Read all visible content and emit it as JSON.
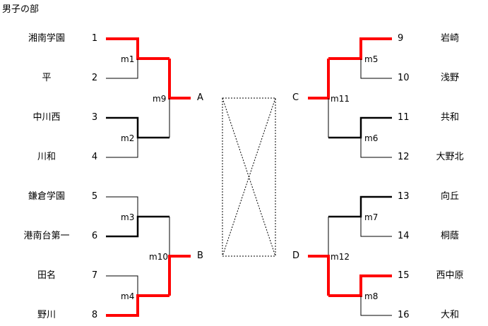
{
  "title": "男子の部",
  "teams_left": [
    {
      "seed": "1",
      "name": "湘南学園"
    },
    {
      "seed": "2",
      "name": "平"
    },
    {
      "seed": "3",
      "name": "中川西"
    },
    {
      "seed": "4",
      "name": "川和"
    },
    {
      "seed": "5",
      "name": "鎌倉学園"
    },
    {
      "seed": "6",
      "name": "港南台第一"
    },
    {
      "seed": "7",
      "name": "田名"
    },
    {
      "seed": "8",
      "name": "野川"
    }
  ],
  "teams_right": [
    {
      "seed": "9",
      "name": "岩崎"
    },
    {
      "seed": "10",
      "name": "浅野"
    },
    {
      "seed": "11",
      "name": "共和"
    },
    {
      "seed": "12",
      "name": "大野北"
    },
    {
      "seed": "13",
      "name": "向丘"
    },
    {
      "seed": "14",
      "name": "桐蔭"
    },
    {
      "seed": "15",
      "name": "西中原"
    },
    {
      "seed": "16",
      "name": "大和"
    }
  ],
  "matches": {
    "m1": "m1",
    "m2": "m2",
    "m3": "m3",
    "m4": "m4",
    "m5": "m5",
    "m6": "m6",
    "m7": "m7",
    "m8": "m8",
    "m9": "m9",
    "m10": "m10",
    "m11": "m11",
    "m12": "m12"
  },
  "winners": {
    "A": "A",
    "B": "B",
    "C": "C",
    "D": "D"
  },
  "colors": {
    "winner_path": "#ff0000",
    "line": "#000000",
    "placeholder_box": "#000000"
  }
}
